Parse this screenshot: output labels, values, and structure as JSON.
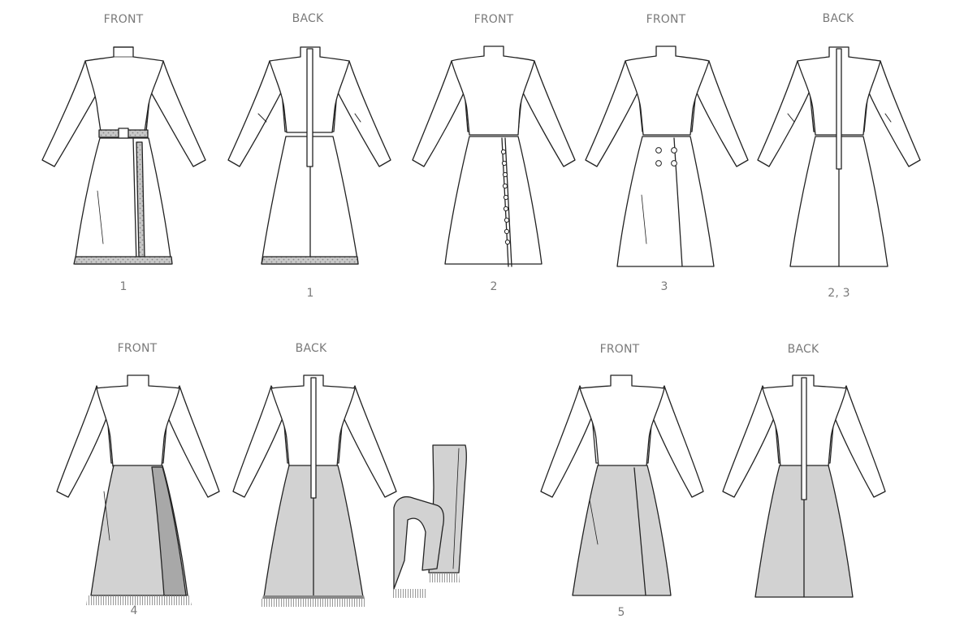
{
  "labels": {
    "v1_front": "FRONT",
    "v1_back": "BACK",
    "v2_front": "FRONT",
    "v3_front": "FRONT",
    "v23_back": "BACK",
    "v4_front": "FRONT",
    "v4_back": "BACK",
    "v5_front": "FRONT",
    "v5_back": "BACK"
  },
  "views": {
    "v1_front": "1",
    "v1_back": "1",
    "v2_front": "2",
    "v3_front": "3",
    "v23_back": "2, 3",
    "v4_front": "4",
    "v5_front": "5"
  },
  "colors": {
    "line": "#222222",
    "fill": "#ffffff",
    "shade": "#d2d2d2",
    "band": "#b0b0b0",
    "fringe": "#8c8c8c",
    "text": "#7a7a7a"
  }
}
